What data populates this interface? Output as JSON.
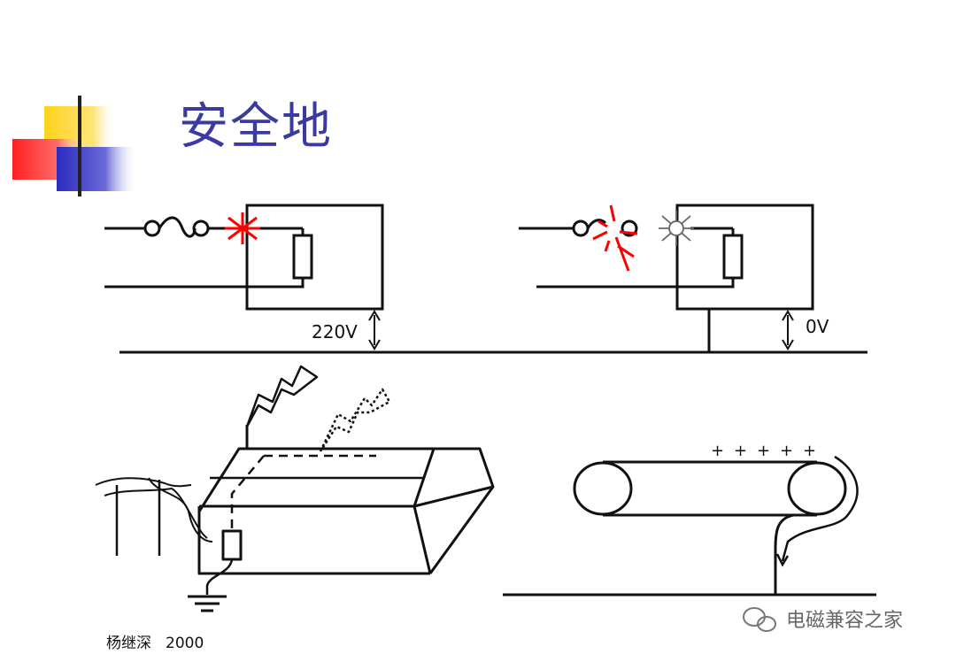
{
  "slide": {
    "title": "安全地",
    "author": "杨继深",
    "year": "2000",
    "watermark": "电磁兼容之家"
  },
  "diagram": {
    "label_220v": "220V",
    "label_0v": "0V",
    "plus_marks": [
      "+",
      "+",
      "+",
      "+",
      "+"
    ]
  },
  "colors": {
    "title": "#3a3aa0",
    "accent_yellow": "#ffd21a",
    "accent_red": "#ff2a2a",
    "accent_blue": "#3535c8",
    "spark": "#ff0000"
  }
}
